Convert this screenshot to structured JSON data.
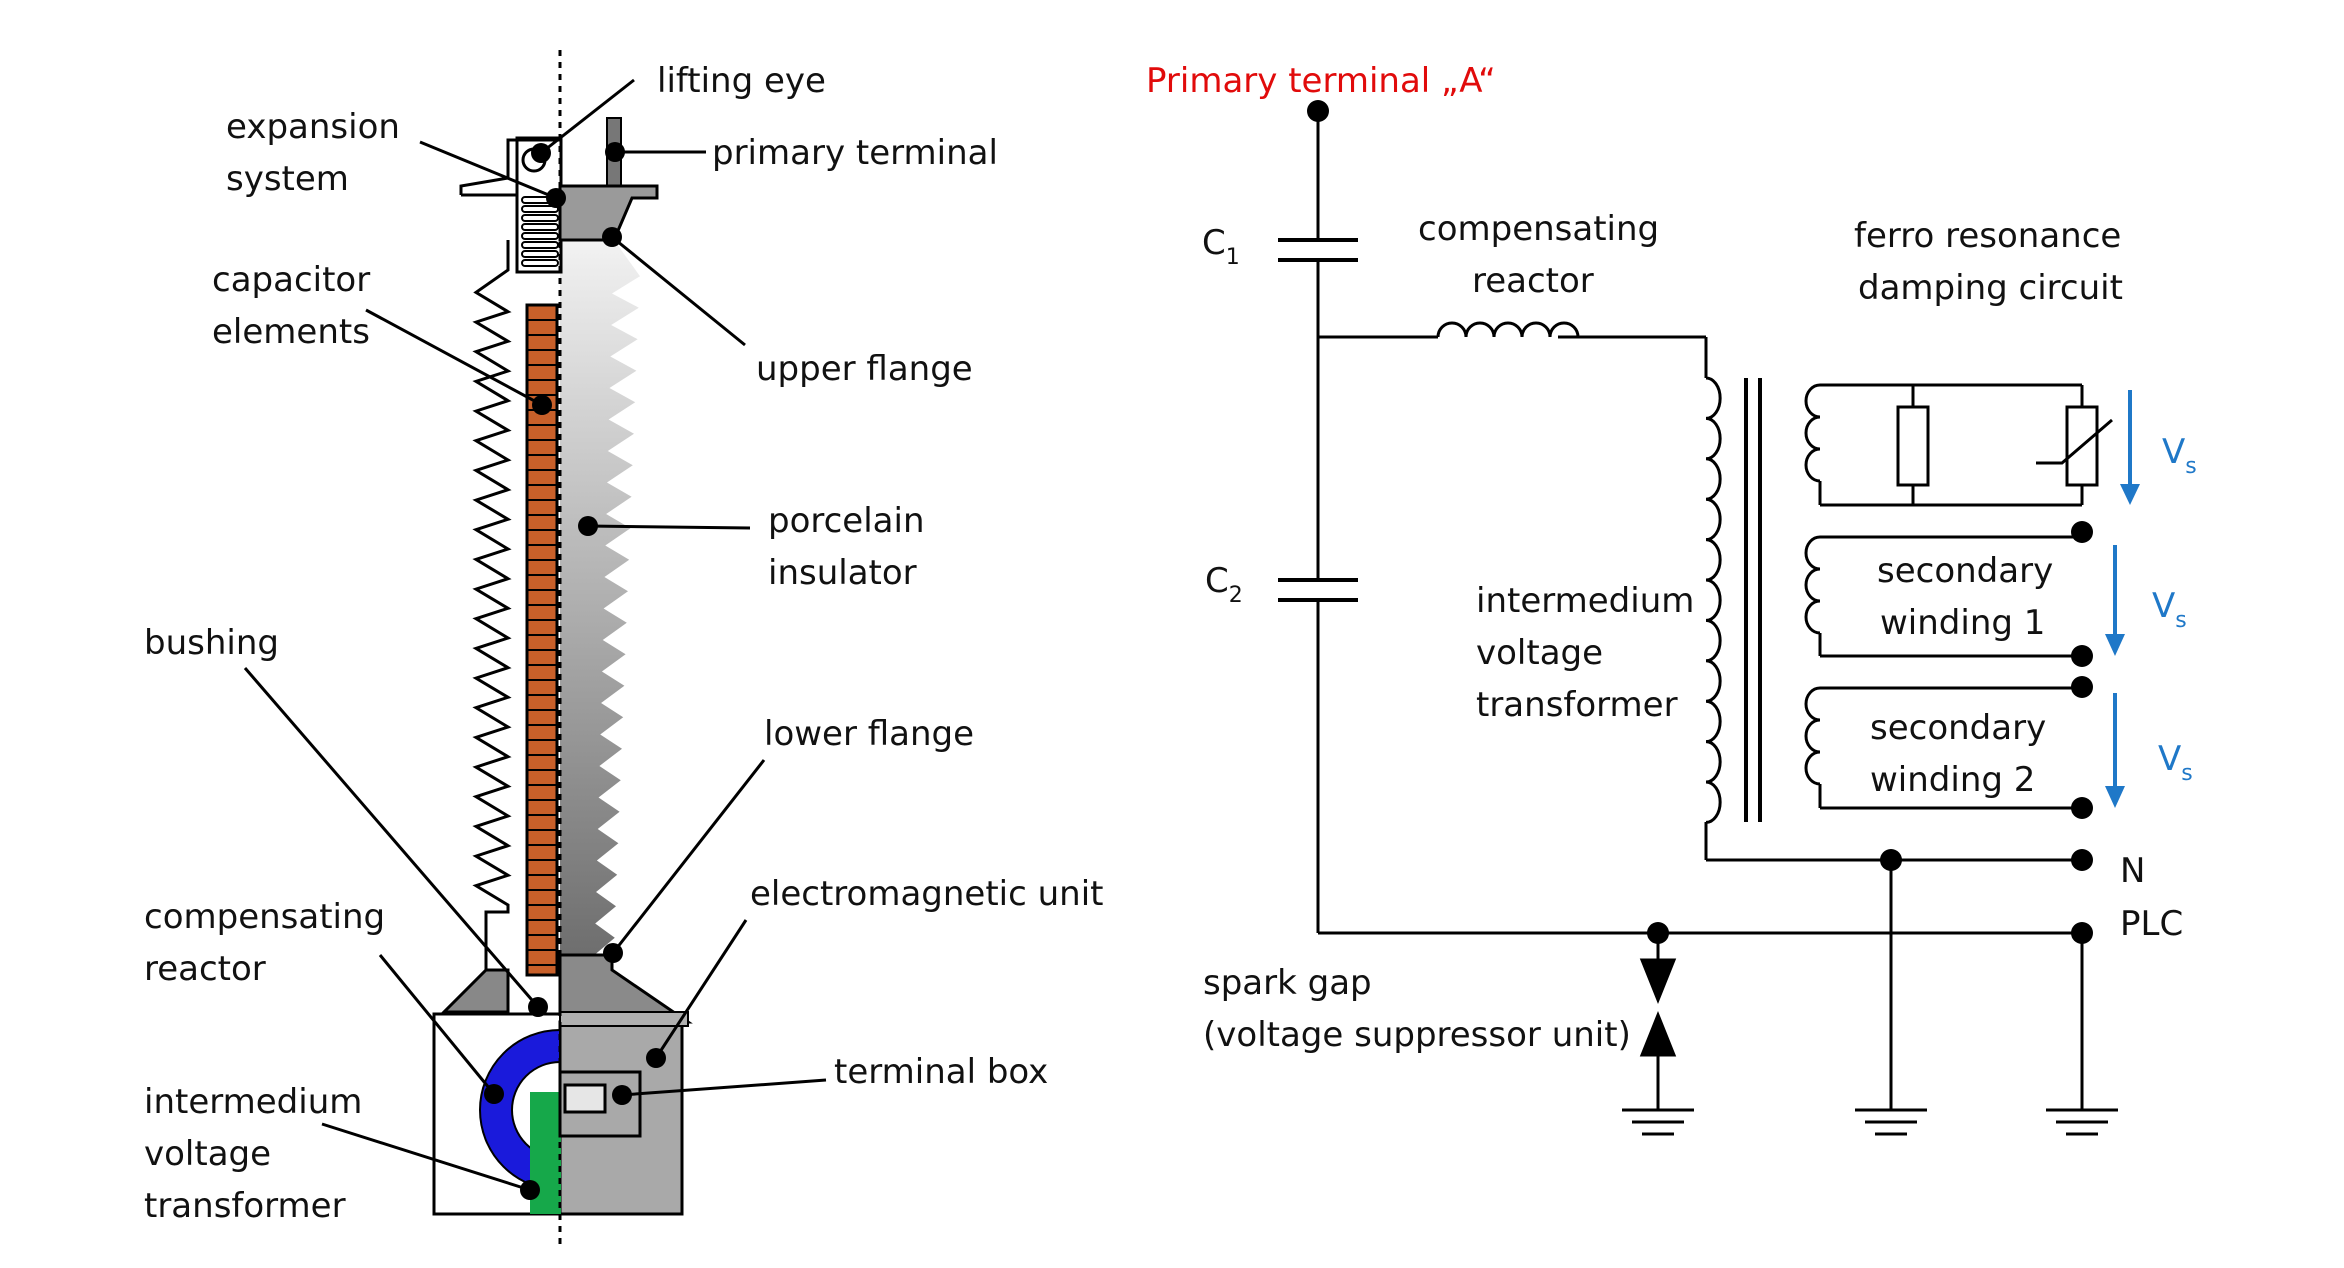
{
  "left_labels": {
    "lifting_eye": "lifting eye",
    "expansion_system": [
      "expansion",
      "system"
    ],
    "primary_terminal": "primary terminal",
    "capacitor_elements": [
      "capacitor",
      "elements"
    ],
    "upper_flange": "upper flange",
    "porcelain_insulator": [
      "porcelain",
      "insulator"
    ],
    "bushing": "bushing",
    "lower_flange": "lower flange",
    "electromagnetic_unit": "electromagnetic unit",
    "compensating_reactor": [
      "compensating",
      "reactor"
    ],
    "terminal_box": "terminal box",
    "intermedium_voltage_transformer": [
      "intermedium",
      "voltage",
      "transformer"
    ]
  },
  "right_labels": {
    "primary_terminal_a": "Primary terminal „A“",
    "c1": "C",
    "c1_sub": "1",
    "c2": "C",
    "c2_sub": "2",
    "compensating_reactor": [
      "compensating",
      "reactor"
    ],
    "ferro_resonance": [
      "ferro resonance",
      "damping circuit"
    ],
    "intermedium_voltage_transformer": [
      "intermedium",
      "voltage",
      "transformer"
    ],
    "secondary_winding_1": [
      "secondary",
      "winding 1"
    ],
    "secondary_winding_2": [
      "secondary",
      "winding 2"
    ],
    "vs": "V",
    "vs_sub": "s",
    "n": "N",
    "plc": "PLC",
    "spark_gap": [
      "spark gap",
      "(voltage suppressor unit)"
    ]
  },
  "colors": {
    "capacitor": "#c8602a",
    "ring": "#1a1adb",
    "core": "#16a84a",
    "arrow": "#1f78c8",
    "primary_label": "#e10b0b"
  }
}
